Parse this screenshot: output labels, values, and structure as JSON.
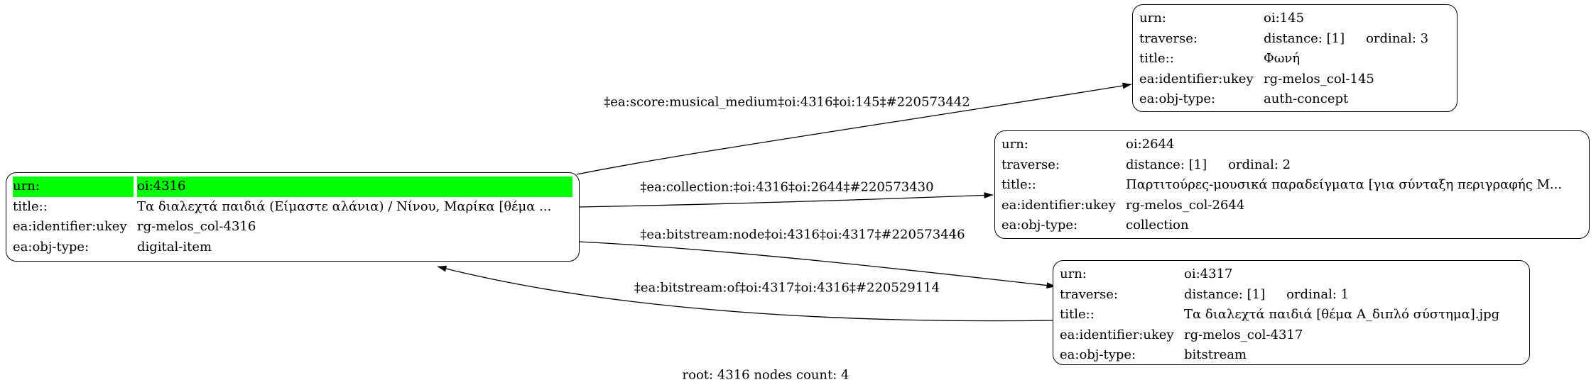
{
  "graph": {
    "footer": "root: 4316 nodes count: 4",
    "highlight_color": "#00ff00",
    "edge_color": "#000000",
    "nodes": [
      {
        "id": "oi:4316",
        "rows": [
          {
            "label": "urn:",
            "value": "oi:4316",
            "highlight": true
          },
          {
            "label": "title::",
            "value": "Τα διαλεχτά παιδιά (Είμαστε αλάνια) / Νίνου, Μαρίκα [θέμα ..."
          },
          {
            "label": "ea:identifier:ukey",
            "value": "rg-melos_col-4316"
          },
          {
            "label": "ea:obj-type:",
            "value": "digital-item"
          }
        ]
      },
      {
        "id": "oi:145",
        "rows": [
          {
            "label": "urn:",
            "value": "oi:145"
          },
          {
            "label": "traverse:",
            "value": "distance: [1]",
            "value2": "ordinal: 3"
          },
          {
            "label": "title::",
            "value": "Φωνή"
          },
          {
            "label": "ea:identifier:ukey",
            "value": "rg-melos_col-145"
          },
          {
            "label": "ea:obj-type:",
            "value": "auth-concept"
          }
        ]
      },
      {
        "id": "oi:2644",
        "rows": [
          {
            "label": "urn:",
            "value": "oi:2644"
          },
          {
            "label": "traverse:",
            "value": "distance: [1]",
            "value2": "ordinal: 2"
          },
          {
            "label": "title::",
            "value": "Παρτιτούρες-μουσικά παραδείγματα [για σύνταξη περιγραφής Μ..."
          },
          {
            "label": "ea:identifier:ukey",
            "value": "rg-melos_col-2644"
          },
          {
            "label": "ea:obj-type:",
            "value": "collection"
          }
        ]
      },
      {
        "id": "oi:4317",
        "rows": [
          {
            "label": "urn:",
            "value": "oi:4317"
          },
          {
            "label": "traverse:",
            "value": "distance: [1]",
            "value2": "ordinal: 1"
          },
          {
            "label": "title::",
            "value": "Τα διαλεχτά παιδιά [θέμα Α_διπλό σύστημα].jpg"
          },
          {
            "label": "ea:identifier:ukey",
            "value": "rg-melos_col-4317"
          },
          {
            "label": "ea:obj-type:",
            "value": "bitstream"
          }
        ]
      }
    ],
    "edges": [
      {
        "label": "‡ea:score:musical_medium‡oi:4316‡oi:145‡#220573442"
      },
      {
        "label": "‡ea:collection:‡oi:4316‡oi:2644‡#220573430"
      },
      {
        "label": "‡ea:bitstream:node‡oi:4316‡oi:4317‡#220573446"
      },
      {
        "label": "‡ea:bitstream:of‡oi:4317‡oi:4316‡#220529114"
      }
    ]
  }
}
